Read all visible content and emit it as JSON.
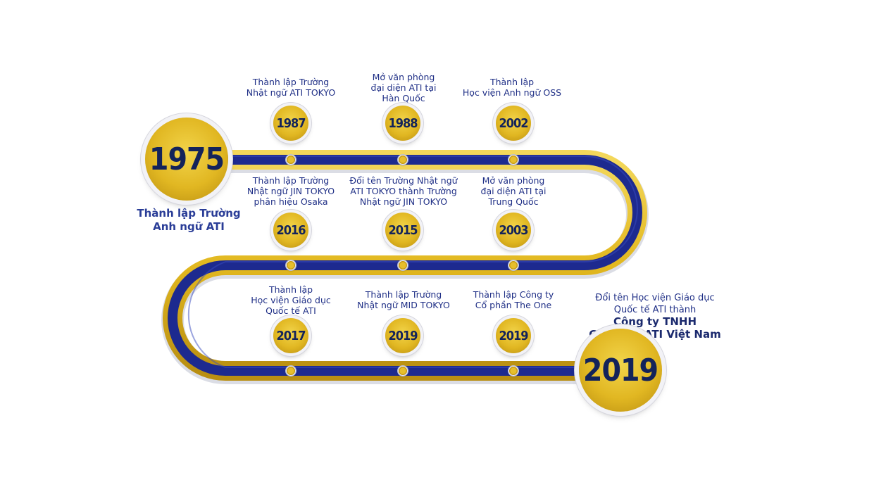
{
  "colors": {
    "track_outer": "#e3b91f",
    "track_inner": "#1d2a8f",
    "node_gold": "#e1b722",
    "year_text": "#13235a",
    "label_text": "#1f2f86"
  },
  "milestones": [
    {
      "year": "1975",
      "label": "Thành lập Trường\nAnh ngữ ATI"
    },
    {
      "year": "1987",
      "label": "Thành lập Trường\nNhật ngữ ATI TOKYO"
    },
    {
      "year": "1988",
      "label": "Mở văn phòng\nđại diện ATI tại\nHàn Quốc"
    },
    {
      "year": "2002",
      "label": "Thành lập\nHọc viện Anh ngữ OSS"
    },
    {
      "year": "2016",
      "label": "Thành lập Trường\nNhật ngữ JIN TOKYO\nphân hiệu Osaka"
    },
    {
      "year": "2015",
      "label": "Đổi tên Trường Nhật ngữ\nATI TOKYO thành Trường\nNhật ngữ JIN TOKYO"
    },
    {
      "year": "2003",
      "label": "Mở văn phòng\nđại diện ATI tại\nTrung Quốc"
    },
    {
      "year": "2017",
      "label": "Thành lập\nHọc viện Giáo dục\nQuốc tế ATI"
    },
    {
      "year": "2019",
      "label": "Thành lập Trường\nNhật ngữ MID TOKYO"
    },
    {
      "year": "2019",
      "label": "Thành lập Công ty\nCổ phần The One"
    },
    {
      "year": "2019",
      "label": "Đổi tên Học viện Giáo dục\nQuốc tế ATI thành",
      "label_emphasis": "Công ty TNHH\nGiáo dục ATI Việt Nam"
    }
  ]
}
